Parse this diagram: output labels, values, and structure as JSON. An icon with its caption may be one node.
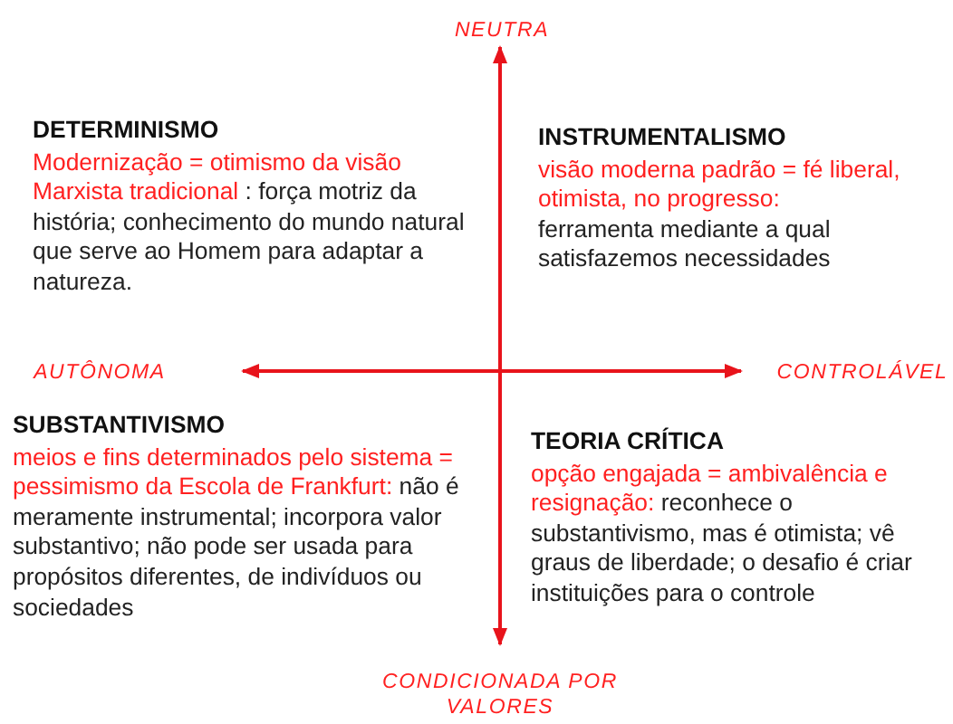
{
  "diagram": {
    "labels": [
      "NEUTRA",
      "DETERMINISMO",
      "Modernização = otimismo da visão Marxista tradicional",
      ": força motriz da história; conhecimento do mundo natural que serve ao Homem para adaptar a natureza.",
      "INSTRUMENTALISMO",
      "visão moderna padrão = fé liberal, otimista, no progresso:",
      "ferramenta mediante a qual satisfazemos necessidades",
      "AUTÔNOMA",
      "CONTROLÁVEL",
      "SUBSTANTIVISMO",
      "meios e fins determinados pelo sistema = pessimismo da Escola de Frankfurt:",
      "não é  meramente instrumental; incorpora valor substantivo; não pode ser usada para propósitos diferentes, de indivíduos ou sociedades",
      "TEORIA CRÍTICA",
      "opção engajada = ambivalência e resignação:",
      "reconhece o substantivismo, mas é otimista; vê graus de  liberdade; o desafio é criar instituições para o controle",
      "CONDICIONADA POR VALORES"
    ]
  }
}
